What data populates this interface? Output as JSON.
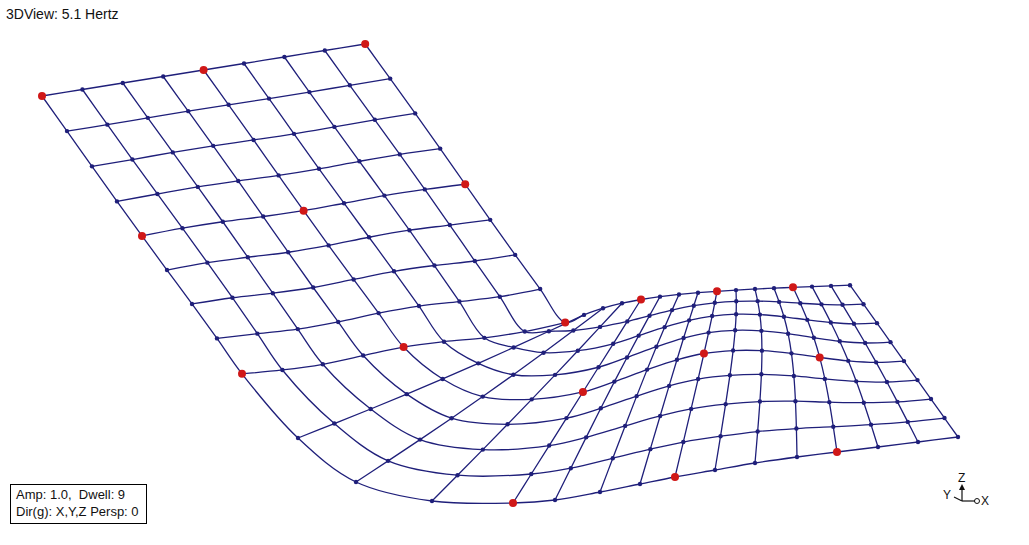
{
  "diagram": {
    "title": "3DView: 5.1 Hertz",
    "nodes": [
      {
        "text": [
          "Amp: 1.0,  Dwell: 9",
          "Dir(g): X,Y,Z Persp: 0"
        ]
      }
    ],
    "labels": [
      "Y",
      "Z",
      "X"
    ]
  }
}
